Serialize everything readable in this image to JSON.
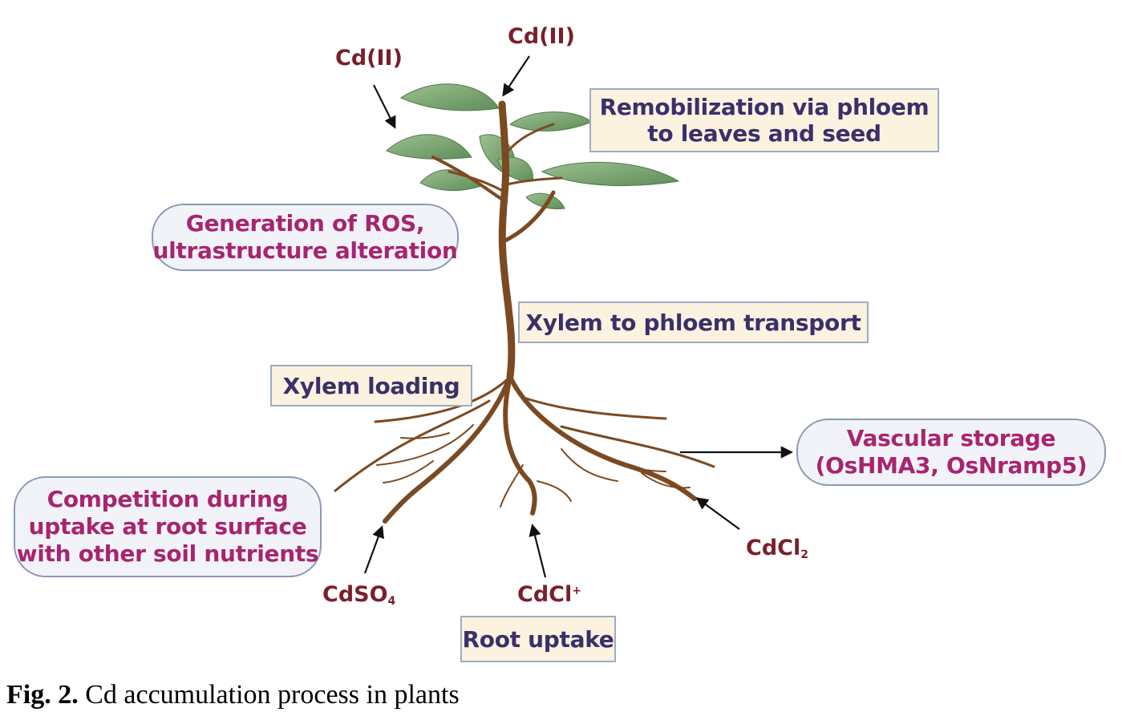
{
  "labels": {
    "remobilization": [
      "Remobilization via phloem",
      "to leaves and seed"
    ],
    "ros": [
      "Generation of ROS,",
      "ultrastructure alteration"
    ],
    "xylem_to_phloem": "Xylem to phloem transport",
    "xylem_loading": "Xylem loading",
    "vascular_storage": [
      "Vascular storage",
      "(OsHMA3, OsNramp5)"
    ],
    "competition": [
      "Competition during",
      "uptake at root surface",
      "with other soil nutrients"
    ],
    "root_uptake": "Root uptake"
  },
  "species": {
    "cd_left": "Cd(II)",
    "cd_top": "Cd(II)",
    "cdso4": {
      "base": "CdSO",
      "sub": "4"
    },
    "cdcl_plus": {
      "base": "CdCl",
      "sup": "+"
    },
    "cdcl2": {
      "base": "CdCl",
      "sub": "2"
    }
  },
  "caption": {
    "label": "Fig. 2.",
    "text": "Cd accumulation process in plants"
  },
  "colors": {
    "rect_fill": "#fbf3df",
    "rect_text": "#3b2f6b",
    "pill_fill": "#f1f3f9",
    "pill_text": "#a8246f",
    "chem_text": "#7a1f2b",
    "stem": "#7b4a22",
    "leaf": "#7fa774"
  }
}
